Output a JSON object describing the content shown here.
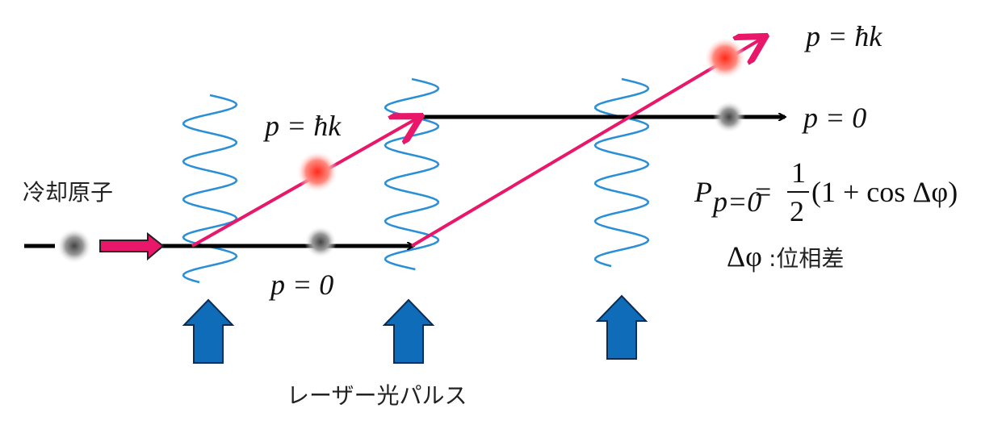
{
  "labels": {
    "cold_atom": "冷却原子",
    "laser_pulse": "レーザー光パルス",
    "p_hk_mid": "p = ħk",
    "p_zero_mid": "p = 0",
    "p_hk_out": "p = ħk",
    "p_zero_out": "p = 0",
    "formula_P": "P",
    "formula_sub": "p=0",
    "formula_eq": "=",
    "formula_num": "1",
    "formula_den": "2",
    "formula_paren": "(1 + cos Δφ)",
    "phase_symbol": "Δφ",
    "phase_label": ":位相差"
  },
  "colors": {
    "beam": "#e8176a",
    "wave": "#2a8fd6",
    "pulse_arrow": "#0f6cb8",
    "path": "#000000"
  }
}
